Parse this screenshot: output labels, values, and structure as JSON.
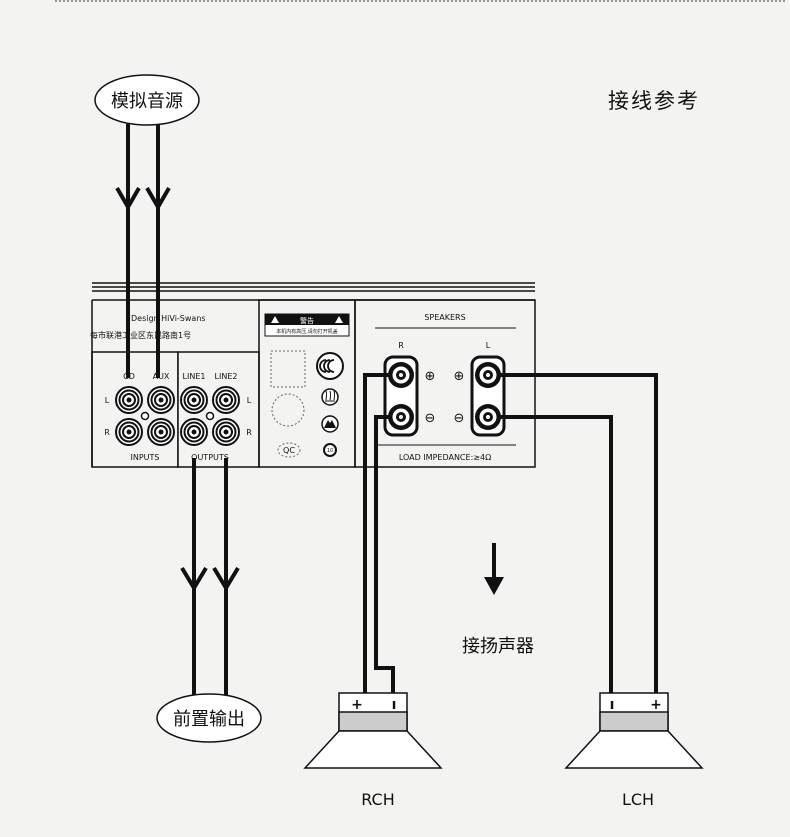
{
  "title": "接线参考",
  "source_label": "模拟音源",
  "output_label": "前置输出",
  "speaker_caption": "接扬声器",
  "brand_line": "Design HiVi-Swans",
  "address_line": "每市联港工业区东昆路南1号",
  "inputs": {
    "label": "INPUTS",
    "col1": "CD",
    "col2": "AUX",
    "row_left": "L",
    "row_right": "R"
  },
  "outputs": {
    "label": "OUTPUTS",
    "col1": "LINE1",
    "col2": "LINE2",
    "row_left": "L",
    "row_right": "R"
  },
  "warning": {
    "title": "警告",
    "text": "本机内有高压,请勿打开机盖"
  },
  "qc_label": "QC",
  "cert_badge": "10",
  "speakers_panel": {
    "title": "SPEAKERS",
    "right_channel": "R",
    "left_channel": "L",
    "plus": "⊕",
    "minus": "⊖",
    "impedance": "LOAD IMPEDANCE:≥4Ω"
  },
  "rch": {
    "label": "RCH",
    "plus": "+",
    "minus": "ı"
  },
  "lch": {
    "label": "LCH",
    "plus": "+",
    "minus": "ı"
  }
}
